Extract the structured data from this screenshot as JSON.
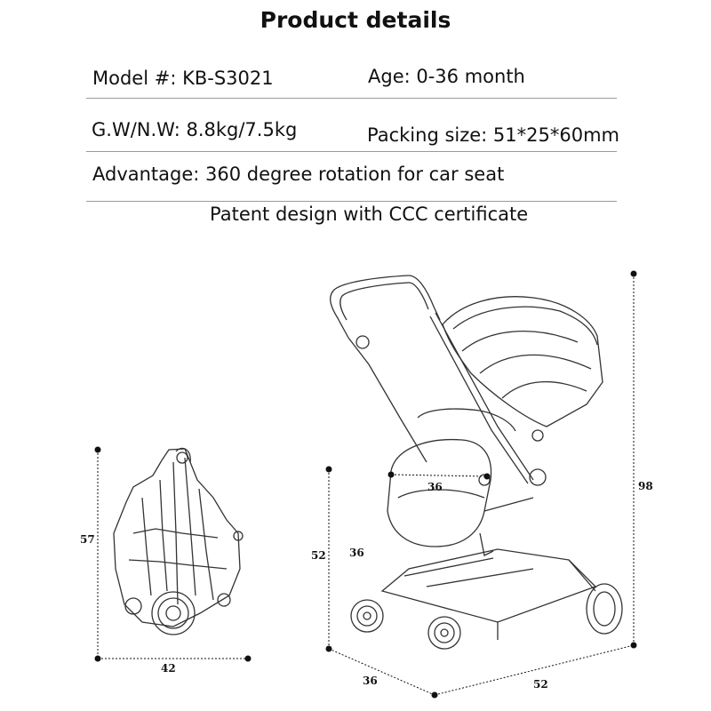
{
  "title": "Product details",
  "specs": {
    "model": "Model #: KB-S3021",
    "age": "Age: 0-36 month",
    "weight": "G.W/N.W: 8.8kg/7.5kg",
    "packing": "Packing size: 51*25*60mm",
    "advantage": "Advantage: 360 degree rotation for car seat",
    "patent": "Patent design with CCC certificate"
  },
  "dimensions": {
    "folded_height": "57",
    "folded_width": "42",
    "seat_width": "36",
    "seat_depth": "36",
    "open_height_lower": "52",
    "open_height_total": "98",
    "base_depth": "36",
    "base_length": "52"
  }
}
